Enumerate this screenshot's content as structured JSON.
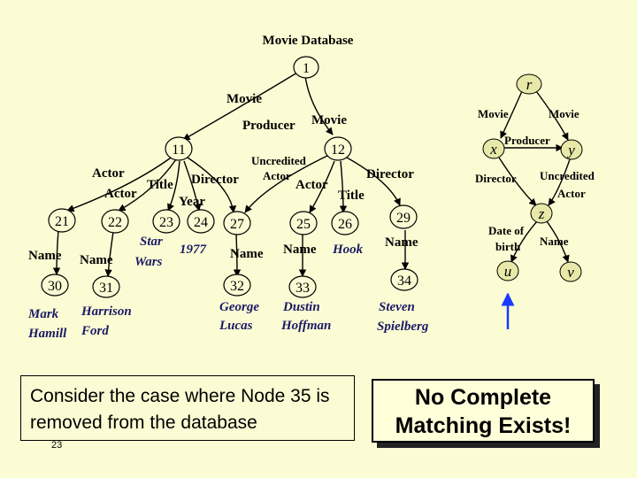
{
  "title": "Movie Database",
  "database_nodes": {
    "n1": "1",
    "n11": "11",
    "n12": "12",
    "n21": "21",
    "n22": "22",
    "n23": "23",
    "n24": "24",
    "n25": "25",
    "n26": "26",
    "n27": "27",
    "n29": "29",
    "n30": "30",
    "n31": "31",
    "n32": "32",
    "n33": "33",
    "n34": "34"
  },
  "database_labels": {
    "movie": "Movie",
    "producer": "Producer",
    "movie2": "Movie",
    "uncredited_actor_1": "Uncredited",
    "uncredited_actor_2": "Actor",
    "director_right": "Director",
    "actor_left": "Actor",
    "title_left": "Title",
    "director_left": "Director",
    "actor_left2": "Actor",
    "year": "Year",
    "actor_mid": "Actor",
    "title_right": "Title",
    "name_30": "Name",
    "name_31": "Name",
    "star_wars_1": "Star",
    "star_wars_2": "Wars",
    "year_value": "1977",
    "name_32": "Name",
    "name_33": "Name",
    "hook": "Hook",
    "name_34": "Name",
    "mark_hamill_1": "Mark",
    "mark_hamill_2": "Hamill",
    "harrison_ford_1": "Harrison",
    "harrison_ford_2": "Ford",
    "george_lucas_1": "George",
    "george_lucas_2": "Lucas",
    "dustin_hoffman_1": "Dustin",
    "dustin_hoffman_2": "Hoffman",
    "steven_spielberg_1": "Steven",
    "steven_spielberg_2": "Spielberg"
  },
  "query_nodes": {
    "r": "r",
    "x": "x",
    "y": "y",
    "z": "z",
    "u": "u",
    "v": "v"
  },
  "query_labels": {
    "movie_left": "Movie",
    "movie_right": "Movie",
    "producer": "Producer",
    "director": "Director",
    "uncredited_1": "Uncredited",
    "uncredited_2": "Actor",
    "date_of_birth_1": "Date of",
    "date_of_birth_2": "birth",
    "name": "Name"
  },
  "consider_text": "Consider the case where Node 35 is removed from the database",
  "result_text": "No Complete Matching Exists!",
  "page_number": "23",
  "colors": {
    "background": "#fcfcd4",
    "node_fill": "#fcfcd4",
    "query_node_fill": "#e8e8a8",
    "arrow_blue": "#1a3aff"
  }
}
